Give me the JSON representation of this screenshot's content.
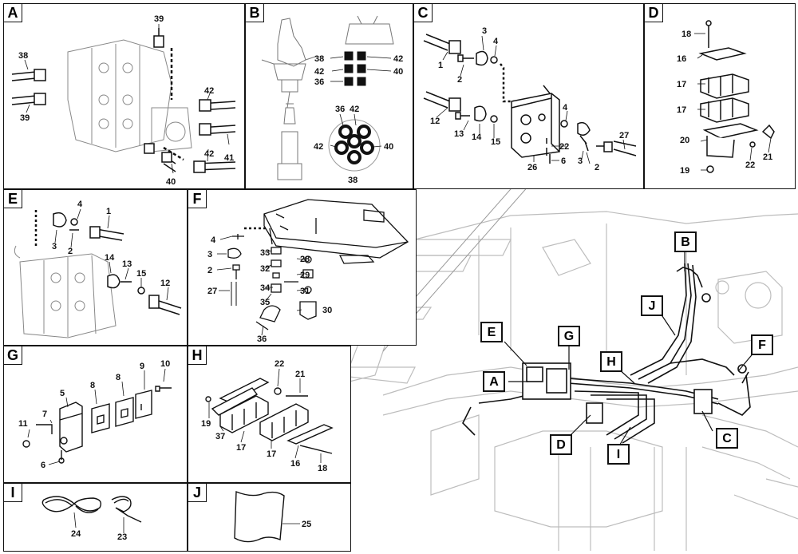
{
  "panels": [
    {
      "id": "A",
      "label": "A",
      "parts": [
        "39",
        "38",
        "39",
        "42",
        "41",
        "42",
        "40"
      ]
    },
    {
      "id": "B",
      "label": "B",
      "parts": [
        "38",
        "42",
        "36",
        "42",
        "40",
        "36",
        "42",
        "42",
        "40",
        "38"
      ]
    },
    {
      "id": "C",
      "label": "C",
      "parts": [
        "3",
        "4",
        "1",
        "2",
        "12",
        "13",
        "14",
        "15",
        "4",
        "22",
        "27",
        "26",
        "6",
        "3",
        "2"
      ]
    },
    {
      "id": "D",
      "label": "D",
      "parts": [
        "18",
        "16",
        "17",
        "17",
        "20",
        "22",
        "21",
        "19"
      ]
    },
    {
      "id": "E",
      "label": "E",
      "parts": [
        "4",
        "1",
        "3",
        "2",
        "14",
        "13",
        "15",
        "12"
      ]
    },
    {
      "id": "F",
      "label": "F",
      "parts": [
        "4",
        "3",
        "2",
        "27",
        "33",
        "28",
        "32",
        "29",
        "34",
        "31",
        "35",
        "30",
        "36"
      ]
    },
    {
      "id": "G",
      "label": "G",
      "parts": [
        "10",
        "9",
        "8",
        "8",
        "5",
        "7",
        "11",
        "6"
      ]
    },
    {
      "id": "H",
      "label": "H",
      "parts": [
        "22",
        "21",
        "19",
        "37",
        "17",
        "17",
        "16",
        "18"
      ]
    },
    {
      "id": "I",
      "label": "I",
      "parts": [
        "24",
        "23"
      ]
    },
    {
      "id": "J",
      "label": "J",
      "parts": [
        "25"
      ]
    }
  ],
  "callouts": [
    "B",
    "J",
    "F",
    "E",
    "G",
    "H",
    "A",
    "C",
    "D",
    "I"
  ],
  "colors": {
    "line": "#111111",
    "ghost": "#bdbdbd",
    "part": "#555555"
  }
}
